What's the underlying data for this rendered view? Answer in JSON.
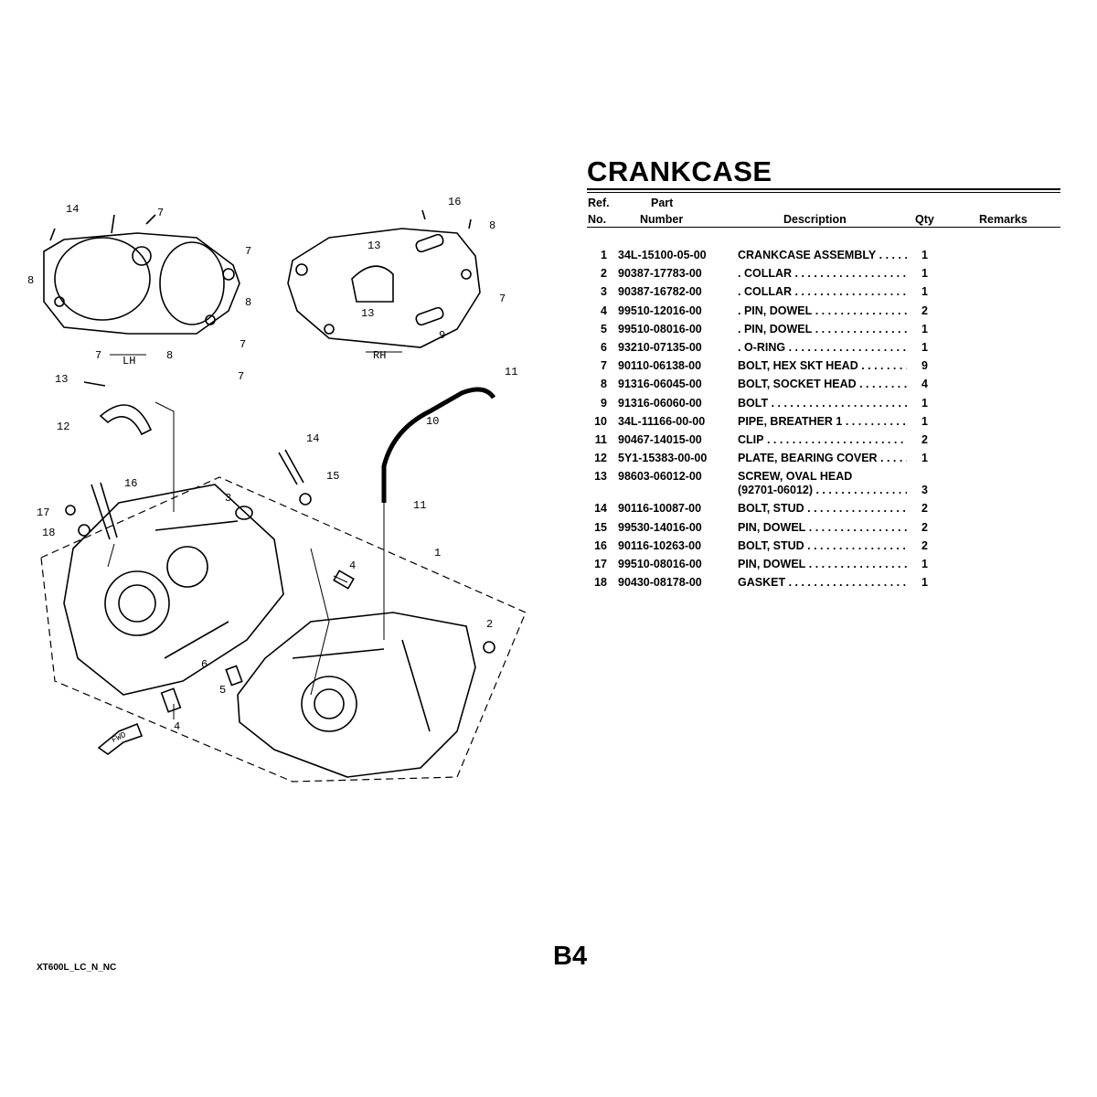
{
  "page": {
    "title": "CRANKCASE",
    "page_number": "B4",
    "model_code": "XT600L_LC_N_NC"
  },
  "table": {
    "headers": {
      "ref_top": "Ref.",
      "ref_bottom": "No.",
      "part_top": "Part",
      "part_bottom": "Number",
      "description": "Description",
      "qty": "Qty",
      "remarks": "Remarks"
    },
    "rows": [
      {
        "ref": "1",
        "part": "34L-15100-05-00",
        "desc": "CRANKCASE ASSEMBLY",
        "desc2": "",
        "qty": "1"
      },
      {
        "ref": "2",
        "part": "90387-17783-00",
        "desc": ". COLLAR",
        "desc2": "",
        "qty": "1"
      },
      {
        "ref": "3",
        "part": "90387-16782-00",
        "desc": ". COLLAR",
        "desc2": "",
        "qty": "1"
      },
      {
        "ref": "4",
        "part": "99510-12016-00",
        "desc": ". PIN, DOWEL",
        "desc2": "",
        "qty": "2"
      },
      {
        "ref": "5",
        "part": "99510-08016-00",
        "desc": ". PIN, DOWEL",
        "desc2": "",
        "qty": "1"
      },
      {
        "ref": "6",
        "part": "93210-07135-00",
        "desc": ". O-RING",
        "desc2": "",
        "qty": "1"
      },
      {
        "ref": "7",
        "part": "90110-06138-00",
        "desc": "BOLT, HEX SKT HEAD",
        "desc2": "",
        "qty": "9"
      },
      {
        "ref": "8",
        "part": "91316-06045-00",
        "desc": "BOLT, SOCKET HEAD",
        "desc2": "",
        "qty": "4"
      },
      {
        "ref": "9",
        "part": "91316-06060-00",
        "desc": "BOLT",
        "desc2": "",
        "qty": "1"
      },
      {
        "ref": "10",
        "part": "34L-11166-00-00",
        "desc": "PIPE, BREATHER 1",
        "desc2": "",
        "qty": "1"
      },
      {
        "ref": "11",
        "part": "90467-14015-00",
        "desc": "CLIP",
        "desc2": "",
        "qty": "2"
      },
      {
        "ref": "12",
        "part": "5Y1-15383-00-00",
        "desc": "PLATE, BEARING COVER",
        "desc2": "",
        "qty": "1"
      },
      {
        "ref": "13",
        "part": "98603-06012-00",
        "desc": "SCREW, OVAL HEAD",
        "desc2": "(92701-06012)",
        "qty": "3"
      },
      {
        "ref": "14",
        "part": "90116-10087-00",
        "desc": "BOLT, STUD",
        "desc2": "",
        "qty": "2"
      },
      {
        "ref": "15",
        "part": "99530-14016-00",
        "desc": "PIN, DOWEL",
        "desc2": "",
        "qty": "2"
      },
      {
        "ref": "16",
        "part": "90116-10263-00",
        "desc": "BOLT, STUD",
        "desc2": "",
        "qty": "2"
      },
      {
        "ref": "17",
        "part": "99510-08016-00",
        "desc": "PIN, DOWEL",
        "desc2": "",
        "qty": "1"
      },
      {
        "ref": "18",
        "part": "90430-08178-00",
        "desc": "GASKET",
        "desc2": "",
        "qty": "1"
      }
    ]
  },
  "diagram": {
    "lh_label": "LH",
    "rh_label": "RH",
    "fwd_label": "FWD",
    "callouts": [
      "14",
      "7",
      "7",
      "8",
      "7",
      "7",
      "8",
      "16",
      "8",
      "13",
      "13",
      "7",
      "9",
      "13",
      "12",
      "16",
      "17",
      "18",
      "3",
      "14",
      "15",
      "10",
      "11",
      "11",
      "4",
      "1",
      "2",
      "6",
      "5",
      "4",
      "7",
      "8"
    ]
  }
}
